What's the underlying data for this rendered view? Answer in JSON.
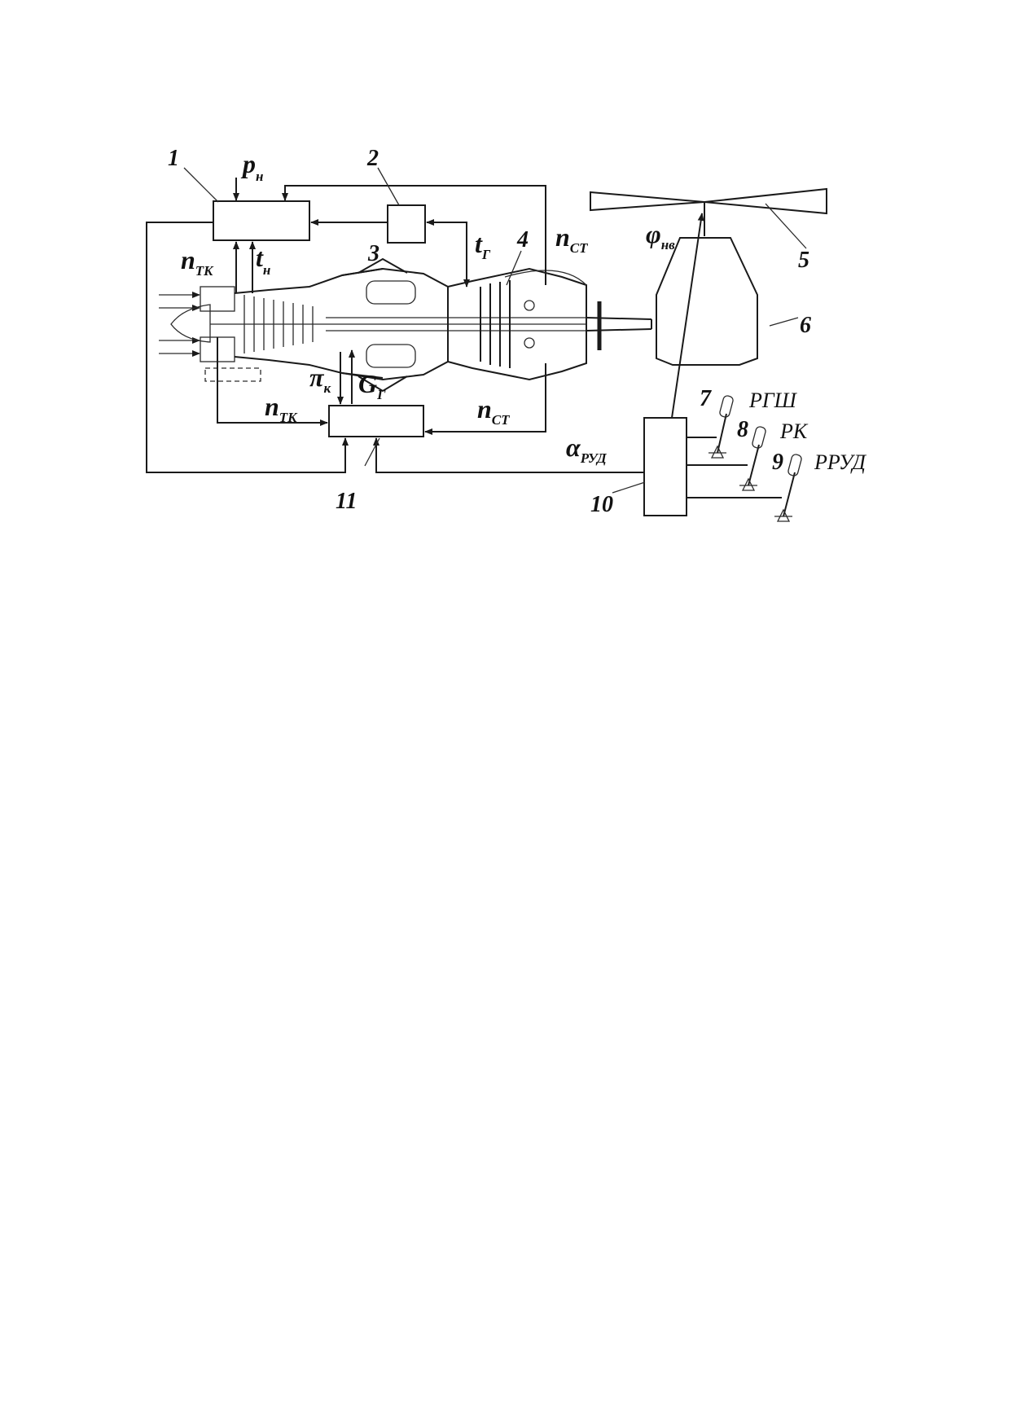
{
  "diagram": {
    "callouts": {
      "c1": "1",
      "c2": "2",
      "c3": "3",
      "c4": "4",
      "c5": "5",
      "c6": "6",
      "c7": "7",
      "c8": "8",
      "c9": "9",
      "c10": "10",
      "c11": "11"
    },
    "signals": {
      "p_h": {
        "main": "p",
        "sub": "н"
      },
      "t_h": {
        "main": "t",
        "sub": "н"
      },
      "n_tk_upper": {
        "main": "n",
        "sub": "TK"
      },
      "n_tk_lower": {
        "main": "n",
        "sub": "TK"
      },
      "t_g": {
        "main": "t",
        "sub": "Г"
      },
      "n_st_upper": {
        "main": "n",
        "sub": "CT"
      },
      "n_st_lower": {
        "main": "n",
        "sub": "CT"
      },
      "phi_nv": {
        "main": "φ",
        "sub": "нв"
      },
      "pi_k": {
        "main": "π",
        "sub": "к"
      },
      "g_g": {
        "main": "G",
        "sub": "Г"
      },
      "alpha_rud": {
        "main": "α",
        "sub": "РУД"
      }
    },
    "levers": {
      "rgsh": "РГШ",
      "rk": "РК",
      "rrud": "РРУД"
    }
  }
}
